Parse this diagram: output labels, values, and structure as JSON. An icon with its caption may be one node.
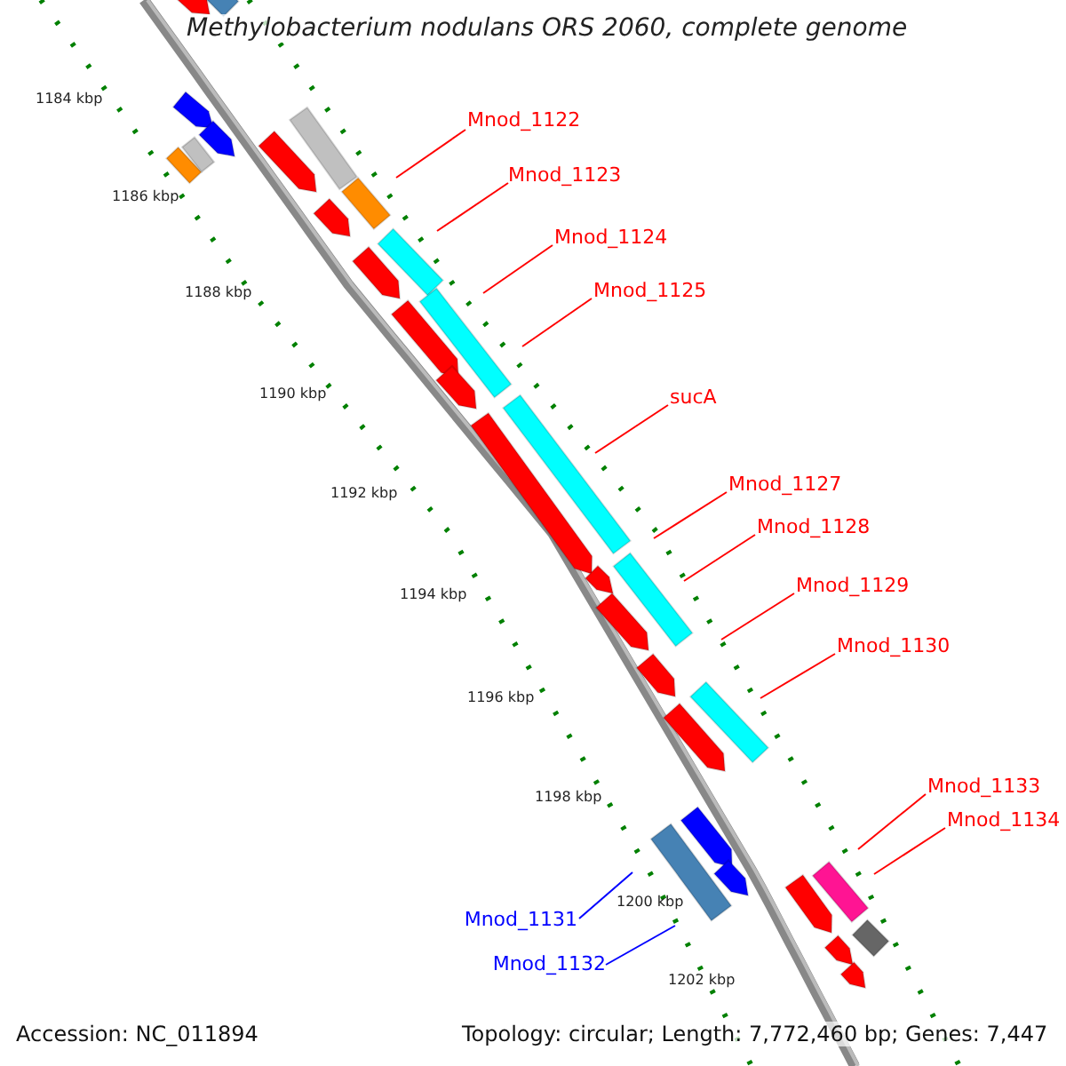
{
  "diagram": {
    "title": "Methylobacterium nodulans ORS 2060, complete genome",
    "nodes": [
      {
        "text": [
          "Mnod_1122"
        ]
      },
      {
        "text": [
          "Mnod_1123"
        ]
      },
      {
        "text": [
          "Mnod_1124"
        ]
      },
      {
        "text": [
          "Mnod_1125"
        ]
      },
      {
        "text": [
          "sucA"
        ]
      },
      {
        "text": [
          "Mnod_1127"
        ]
      },
      {
        "text": [
          "Mnod_1128"
        ]
      },
      {
        "text": [
          "Mnod_1129"
        ]
      },
      {
        "text": [
          "Mnod_1130"
        ]
      },
      {
        "text": [
          "Mnod_1133"
        ]
      },
      {
        "text": [
          "Mnod_1134"
        ]
      },
      {
        "text": [
          "Mnod_1131"
        ]
      },
      {
        "text": [
          "Mnod_1132"
        ]
      }
    ],
    "edges": [
      {
        "from": 0,
        "to": null,
        "arrow": "none"
      },
      {
        "from": 1,
        "to": null,
        "arrow": "none"
      },
      {
        "from": 2,
        "to": null,
        "arrow": "none"
      },
      {
        "from": 3,
        "to": null,
        "arrow": "none"
      },
      {
        "from": 4,
        "to": null,
        "arrow": "none"
      },
      {
        "from": 5,
        "to": null,
        "arrow": "none"
      },
      {
        "from": 6,
        "to": null,
        "arrow": "none"
      },
      {
        "from": 7,
        "to": null,
        "arrow": "none"
      },
      {
        "from": 8,
        "to": null,
        "arrow": "none"
      },
      {
        "from": 9,
        "to": null,
        "arrow": "none"
      },
      {
        "from": 10,
        "to": null,
        "arrow": "none"
      },
      {
        "from": 11,
        "to": null,
        "arrow": "none",
        "color": "#0000ff"
      },
      {
        "from": 12,
        "to": null,
        "arrow": "none",
        "color": "#0000ff"
      }
    ],
    "labels": [
      "1184 kbp",
      "1186 kbp",
      "1188 kbp",
      "1190 kbp",
      "1192 kbp",
      "1194 kbp",
      "1196 kbp",
      "1198 kbp",
      "1200 kbp",
      "1202 kbp",
      "Accession: NC_011894",
      "Topology: circular; Length: 7,772,460 bp; Genes: 7,447"
    ]
  }
}
